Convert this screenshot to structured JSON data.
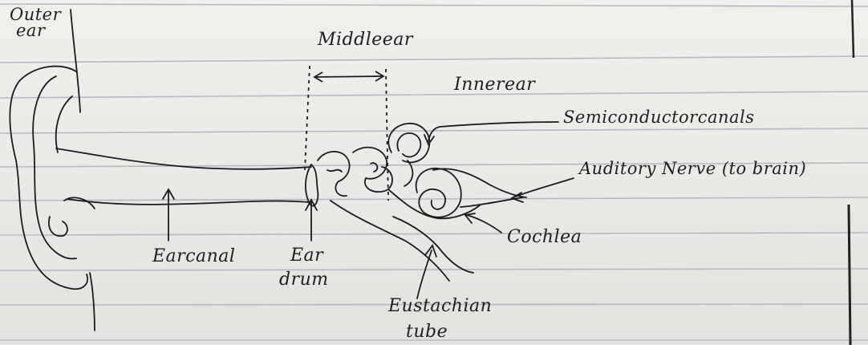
{
  "diagram": {
    "labels": {
      "outer_ear": [
        "Outer",
        "ear"
      ],
      "middle_ear": "Middleear",
      "inner_ear": "Innerear",
      "semicircular_canals": "Semiconductorcanals",
      "auditory_nerve": "Auditory Nerve (to brain)",
      "cochlea": "Cochlea",
      "eustachian_tube": [
        "Eustachian",
        "tube"
      ],
      "ear_canal": "Earcanal",
      "ear_drum": [
        "Ear",
        "drum"
      ]
    }
  }
}
